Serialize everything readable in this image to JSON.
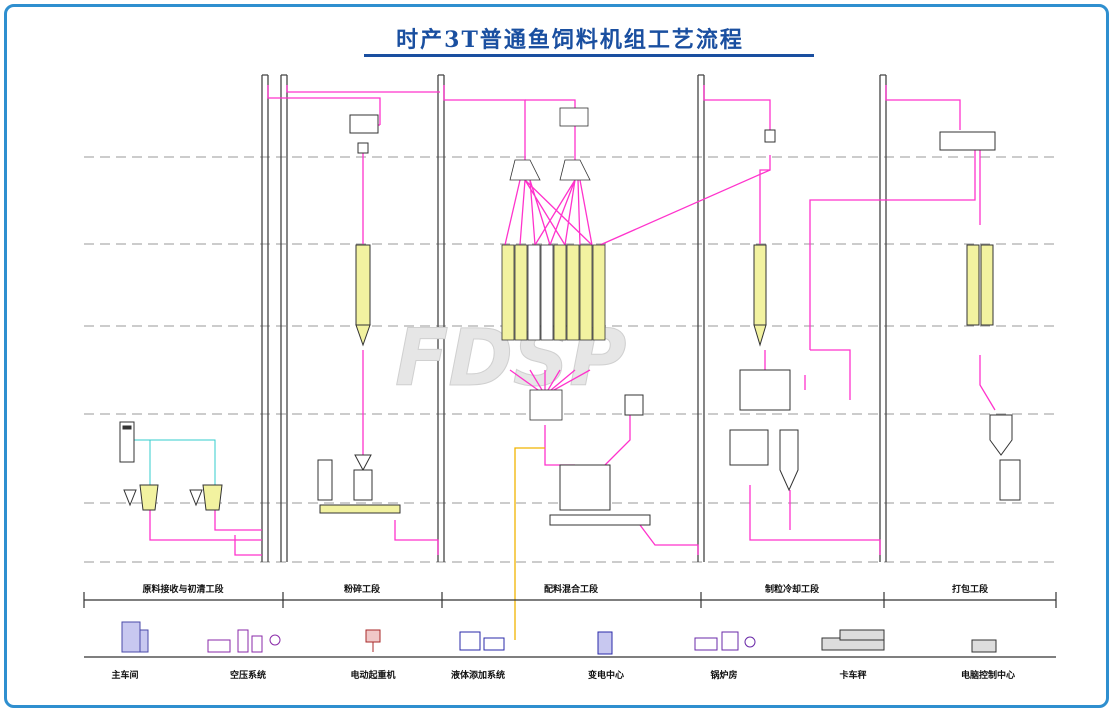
{
  "title": "时产3T普通鱼饲料机组工艺流程",
  "sections": [
    {
      "label": "原料接收与初清工段"
    },
    {
      "label": "粉碎工段"
    },
    {
      "label": "配料混合工段"
    },
    {
      "label": "制粒冷却工段"
    },
    {
      "label": "打包工段"
    }
  ],
  "facilities": [
    {
      "label": "主车间",
      "icon": "building-icon"
    },
    {
      "label": "空压系统",
      "icon": "air-compressor-icon"
    },
    {
      "label": "电动起重机",
      "icon": "crane-icon"
    },
    {
      "label": "液体添加系统",
      "icon": "liquid-tank-icon"
    },
    {
      "label": "变电中心",
      "icon": "power-cabinet-icon"
    },
    {
      "label": "锅炉房",
      "icon": "boiler-icon"
    },
    {
      "label": "卡车秤",
      "icon": "truck-scale-icon"
    },
    {
      "label": "电脑控制中心",
      "icon": "computer-icon"
    }
  ],
  "watermark": "FDSP",
  "colors": {
    "frame": "#2f8fcf",
    "title": "#1a4fa0",
    "pipe": "#ff33cc",
    "air": "#33cccc",
    "liquid": "#f0b400",
    "bin": "#f2f2a0"
  }
}
